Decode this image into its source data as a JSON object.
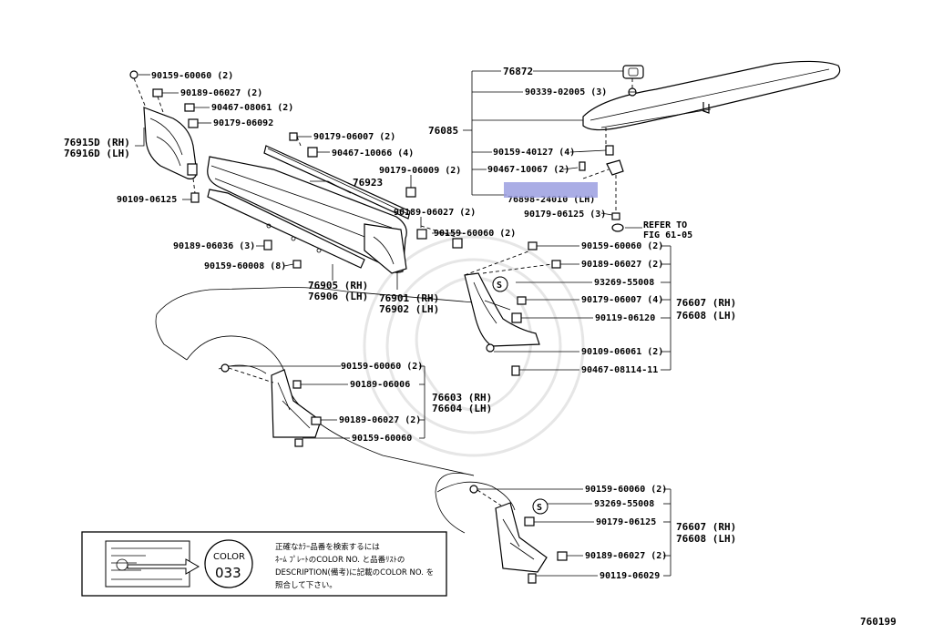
{
  "diagram_id": "760199",
  "labels": {
    "p1": "90159-60060 (2)",
    "p2": "90189-06027 (2)",
    "p3": "90467-08061 (2)",
    "p4": "90179-06092",
    "p5": "76915D (RH)",
    "p6": "76916D (LH)",
    "p7": "90109-06125",
    "p8": "90179-06007 (2)",
    "p9": "90467-10066 (4)",
    "p10": "90179-06009 (2)",
    "p11": "76923",
    "p12": "90189-06027 (2)",
    "p13": "90159-60060 (2)",
    "p14": "90189-06036 (3)",
    "p15": "90159-60008 (8)",
    "p16": "76905 (RH)",
    "p17": "76906 (LH)",
    "p18": "76901 (RH)",
    "p19": "76902 (LH)",
    "p20": "76872",
    "p21": "90339-02005 (3)",
    "p22": "76085",
    "p23": "90159-40127 (4)",
    "p24": "90467-10067 (2)",
    "p25": "76898-24010 (LH)",
    "p26": "90179-06125 (3)",
    "p27": "REFER TO",
    "p28": "FIG 61-05",
    "p29": "90159-60060 (2)",
    "p30": "90189-06027 (2)",
    "p31": "93269-55008",
    "p32": "90179-06007 (4)",
    "p33": "90119-06120",
    "p34": "76607 (RH)",
    "p35": "76608 (LH)",
    "p36": "90109-06061 (2)",
    "p37": "90467-08114-11",
    "p38": "90159-60060 (2)",
    "p39": "90189-06006",
    "p40": "76603 (RH)",
    "p41": "76604 (LH)",
    "p42": "90189-06027 (2)",
    "p43": "90159-60060",
    "p44": "90159-60060 (2)",
    "p45": "93269-55008",
    "p46": "90179-06125",
    "p47": "76607 (RH)",
    "p48": "76608 (LH)",
    "p49": "90189-06027 (2)",
    "p50": "90119-06029"
  },
  "symbol_s": "S",
  "color_box": {
    "circle_title": "COLOR",
    "circle_code": "033",
    "note_lines": [
      "正確なｶﾗｰ品番を検索するには",
      "ﾈｰﾑ ﾌﾟﾚｰﾄのCOLOR NO. と品番ﾘｽﾄの",
      "DESCRIPTION(備考)に記載のCOLOR NO. を",
      "照合して下さい。"
    ]
  }
}
